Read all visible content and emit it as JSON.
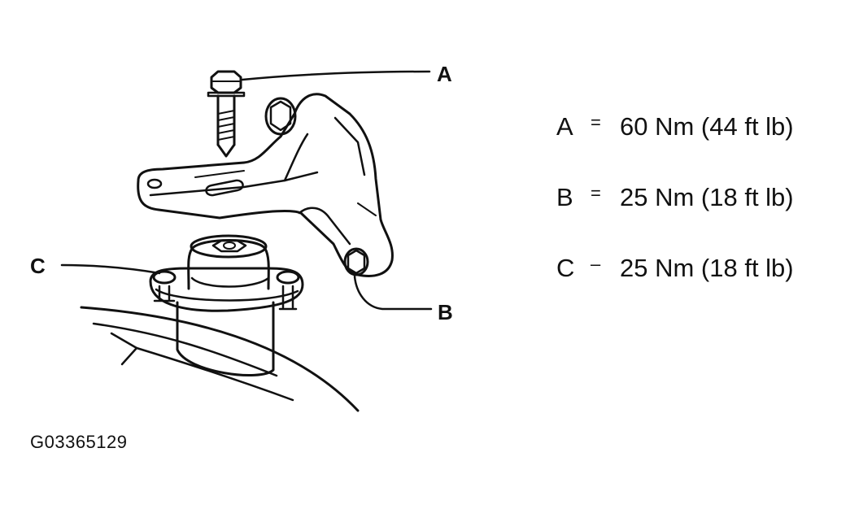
{
  "callouts": {
    "a": "A",
    "b": "B",
    "c": "C"
  },
  "specs": [
    {
      "letter": "A",
      "separator": "=",
      "value": "60 Nm (44 ft lb)"
    },
    {
      "letter": "B",
      "separator": "=",
      "value": "25 Nm (18 ft lb)"
    },
    {
      "letter": "C",
      "separator": "–",
      "value": "25 Nm (18 ft lb)"
    }
  ],
  "figure_id": "G03365129",
  "colors": {
    "line": "#111111",
    "background": "#ffffff"
  }
}
